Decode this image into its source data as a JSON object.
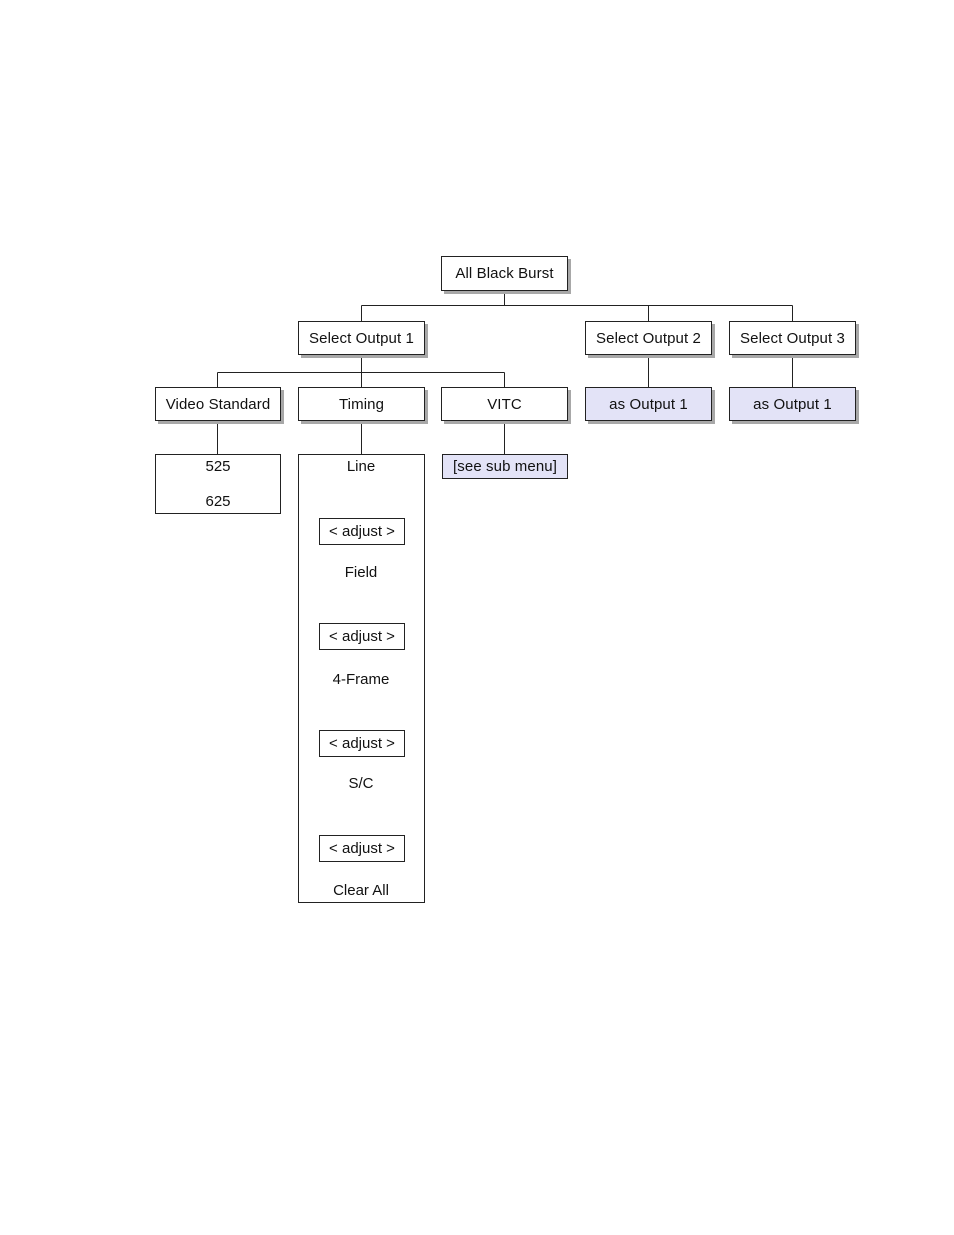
{
  "diagram": {
    "root": "All Black Burst",
    "outputs": [
      "Select Output 1",
      "Select Output 2",
      "Select Output 3"
    ],
    "output1_children": [
      "Video Standard",
      "Timing",
      "VITC"
    ],
    "output2_child": "as Output 1",
    "output3_child": "as Output 1",
    "video_standards": [
      "525",
      "625"
    ],
    "vitc_child": "[see sub menu]",
    "timing_items": [
      "Line",
      "Field",
      "4-Frame",
      "S/C",
      "Clear All"
    ],
    "adjust_label": "< adjust >"
  }
}
